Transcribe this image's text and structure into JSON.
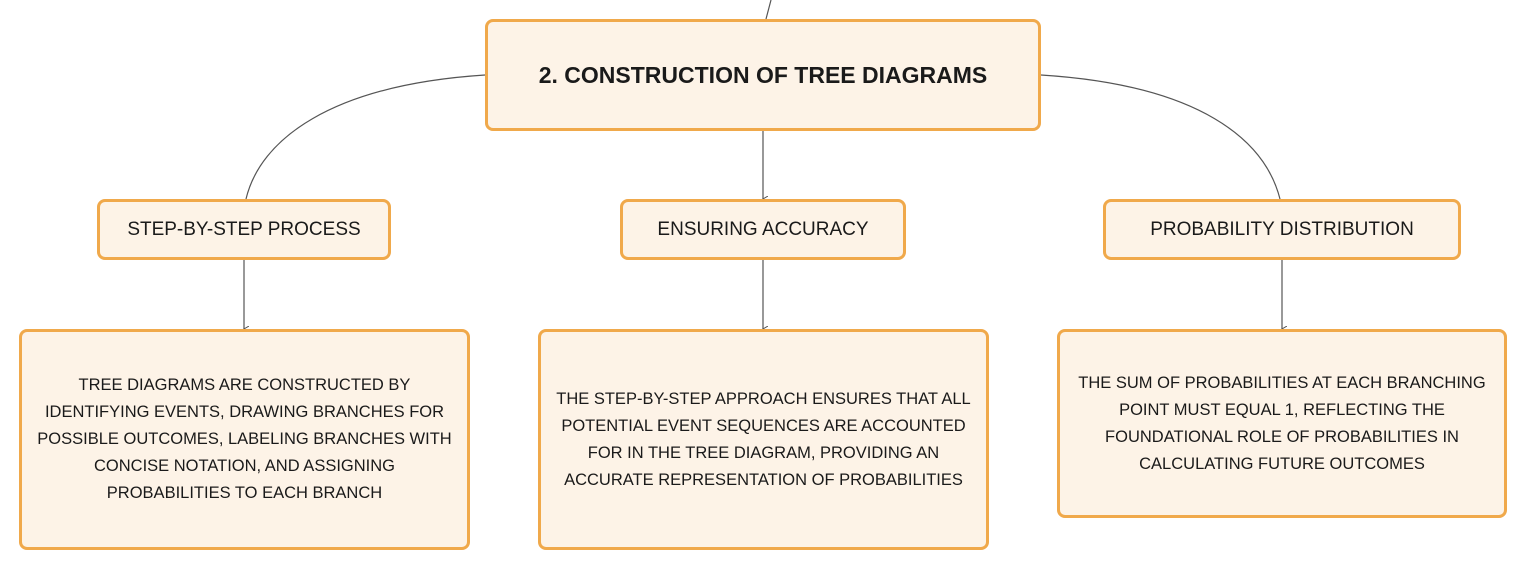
{
  "diagram": {
    "root": {
      "label": "2. CONSTRUCTION OF TREE DIAGRAMS"
    },
    "branches": [
      {
        "label": "STEP-BY-STEP PROCESS",
        "detail": "TREE DIAGRAMS ARE CONSTRUCTED BY IDENTIFYING EVENTS, DRAWING BRANCHES FOR POSSIBLE OUTCOMES, LABELING BRANCHES WITH CONCISE NOTATION, AND ASSIGNING PROBABILITIES TO EACH BRANCH"
      },
      {
        "label": "ENSURING ACCURACY",
        "detail": "THE STEP-BY-STEP APPROACH ENSURES THAT ALL POTENTIAL EVENT SEQUENCES ARE ACCOUNTED FOR IN THE TREE DIAGRAM, PROVIDING AN ACCURATE REPRESENTATION OF PROBABILITIES"
      },
      {
        "label": "PROBABILITY DISTRIBUTION",
        "detail": "THE SUM OF PROBABILITIES AT EACH BRANCHING POINT MUST EQUAL 1, REFLECTING THE FOUNDATIONAL ROLE OF PROBABILITIES IN CALCULATING FUTURE OUTCOMES"
      }
    ]
  },
  "colors": {
    "node_fill": "#fdf3e7",
    "node_border": "#f0a94b",
    "connector": "#555555"
  }
}
